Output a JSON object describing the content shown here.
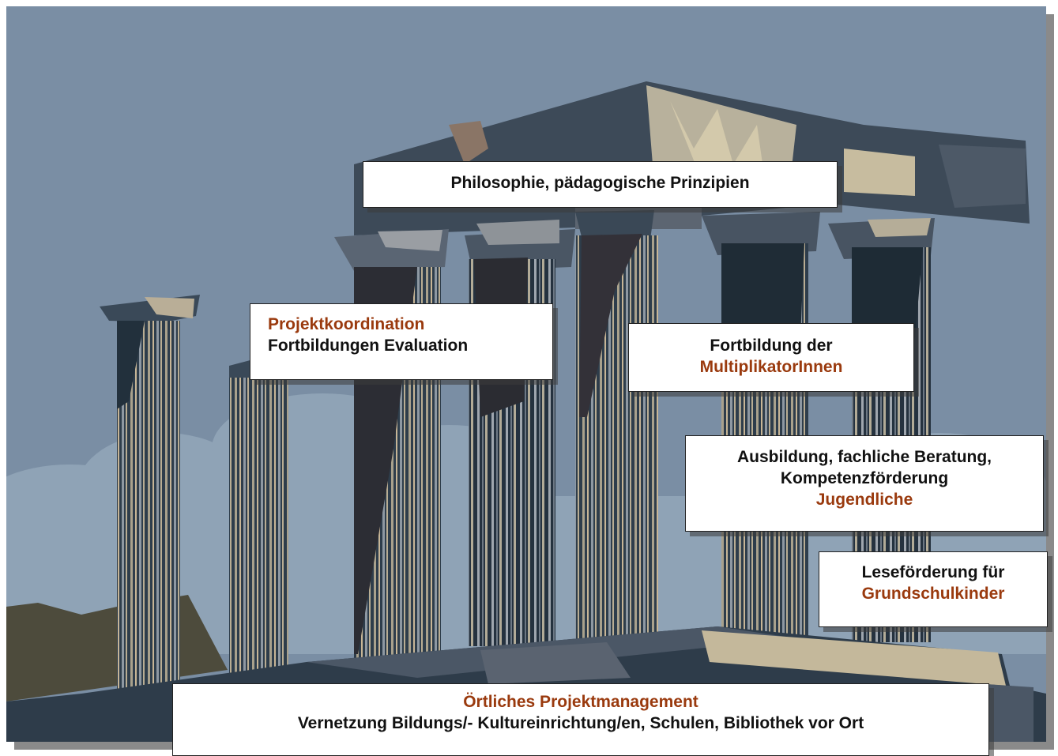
{
  "colors": {
    "accent": "#9a3a0e",
    "sky": "#7a8ea4",
    "cloud": "#95a8ba",
    "stone_dark": "#2b3a48",
    "stone_mid": "#3d4b59",
    "stone_light": "#b7b09a",
    "stone_tan": "#c7b596"
  },
  "boxes": {
    "top": {
      "line1": "Philosophie, pädagogische Prinzipien"
    },
    "koordination": {
      "line1": "Projektkoordination",
      "line2": "Fortbildungen Evaluation"
    },
    "multiplikator": {
      "line1": "Fortbildung der",
      "line2": "MultiplikatorInnen"
    },
    "ausbildung": {
      "line1": "Ausbildung, fachliche Beratung,",
      "line2": "Kompetenzförderung",
      "line3": "Jugendliche"
    },
    "lese": {
      "line1": "Leseförderung für",
      "line2": "Grundschulkinder"
    },
    "base": {
      "line1": "Örtliches Projektmanagement",
      "line2": "Vernetzung Bildungs/- Kultureinrichtung/en, Schulen,  Bibliothek vor Ort"
    }
  }
}
